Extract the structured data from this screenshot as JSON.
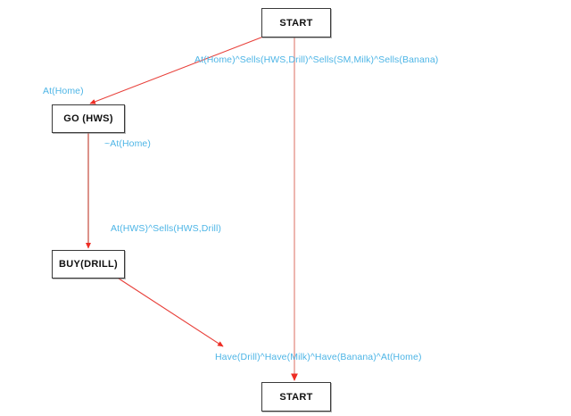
{
  "diagram": {
    "title": "Planning Graph",
    "background_color": "#ffffff",
    "node_border_color": "#3a3a3a",
    "node_text_color": "#101010",
    "edge_color": "#e8403a",
    "label_color": "#4db5e6"
  },
  "nodes": [
    {
      "id": "start-top",
      "label": "START"
    },
    {
      "id": "go-hws",
      "label": "GO (HWS)"
    },
    {
      "id": "buy-drill",
      "label": "BUY(DRILL)"
    },
    {
      "id": "start-bottom",
      "label": "START"
    }
  ],
  "edge_labels": [
    {
      "id": "precond-top",
      "text": "At(Home)^Sells(HWS,Drill)^Sells(SM,Milk)^Sells(Banana)"
    },
    {
      "id": "at-home",
      "text": "At(Home)"
    },
    {
      "id": "not-at-home",
      "text": "~At(Home)"
    },
    {
      "id": "at-hws",
      "text": "At(HWS)^Sells(HWS,Drill)"
    },
    {
      "id": "goal",
      "text": "Have(Drill)^Have(Milk)^Have(Banana)^At(Home)"
    }
  ],
  "edges": [
    {
      "id": "start-to-go",
      "from": "start-top",
      "to": "go-hws",
      "label": "at-home"
    },
    {
      "id": "go-to-buy",
      "from": "go-hws",
      "to": "buy-drill",
      "label": "not-at-home"
    },
    {
      "id": "buy-to-goal",
      "from": "buy-drill",
      "to": "goal-point",
      "label": "goal"
    },
    {
      "id": "start-to-startbottom",
      "from": "start-top",
      "to": "start-bottom",
      "label": "precond-top"
    }
  ]
}
